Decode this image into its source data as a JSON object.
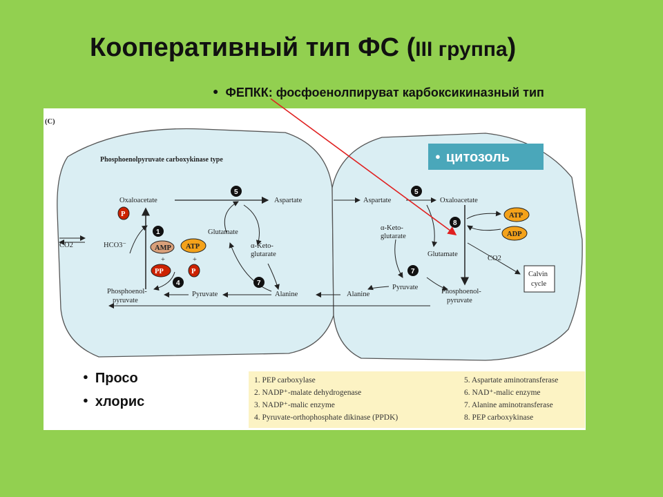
{
  "title": {
    "main": "Кооперативный тип ФС (",
    "group": "III группа",
    "close": ")"
  },
  "top_bullet": "ФЕПКК: фосфоенолпируват карбоксикиназный тип",
  "cytosol_label": "цитозоль",
  "plants": [
    "Просо",
    "хлорис"
  ],
  "diagram": {
    "panel_label": "(C)",
    "heading": "Phosphoenolpyruvate carboxykinase type",
    "left": {
      "oxaloacetate": "Oxaloacetate",
      "co2": "CO2",
      "hco3": "HCO3⁻",
      "amp": "AMP",
      "atp": "ATP",
      "pi": "P",
      "ppi": "PP",
      "plus": "+",
      "pep": "Phosphoenol-",
      "pep2": "pyruvate",
      "pyruvate": "Pyruvate",
      "aspartate": "Aspartate",
      "glutamate": "Glutamate",
      "ketoglutarate1": "α-Keto-",
      "ketoglutarate2": "glutarate",
      "alanine": "Alanine"
    },
    "right": {
      "aspartate": "Aspartate",
      "oxaloacetate": "Oxaloacetate",
      "ketoglutarate1": "α-Keto-",
      "ketoglutarate2": "glutarate",
      "glutamate": "Glutamate",
      "atp": "ATP",
      "adp": "ADP",
      "co2": "CO2",
      "calvin1": "Calvin",
      "calvin2": "cycle",
      "alanine": "Alanine",
      "pyruvate": "Pyruvate",
      "pep": "Phosphoenol-",
      "pep2": "pyruvate"
    },
    "enzyme_numbers": [
      "1",
      "4",
      "5",
      "7",
      "5",
      "7",
      "8"
    ]
  },
  "legend": {
    "left": [
      "1. PEP carboxylase",
      "2. NADP⁺-malate dehydrogenase",
      "3. NADP⁺-malic enzyme",
      "4. Pyruvate-orthophosphate dikinase (PPDK)"
    ],
    "right": [
      "5. Aspartate aminotransferase",
      "6. NAD⁺-malic enzyme",
      "7. Alanine aminotransferase",
      "8. PEP carboxykinase"
    ]
  },
  "colors": {
    "background": "#92d050",
    "cell_fill": "#daeef3",
    "cytosol_box": "#4aa7ba",
    "legend_bg": "#fcf3c4",
    "phosphate_red": "#cc2200",
    "atp_orange": "#f4a21a",
    "pointer_line": "#e02020"
  }
}
